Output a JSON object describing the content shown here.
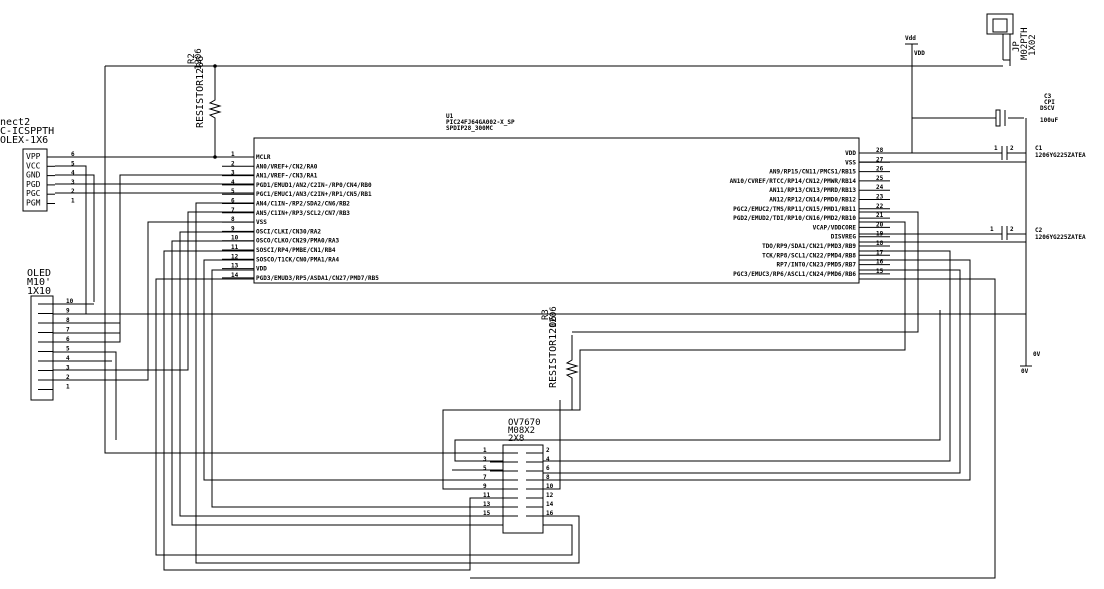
{
  "u1": {
    "ref": "U1",
    "part": "PIC24FJ64GA002-X_SP",
    "package": "SPDIP28_300MC",
    "left_pins": [
      {
        "num": "1",
        "name": "MCLR"
      },
      {
        "num": "2",
        "name": "AN0/VREF+/CN2/RA0"
      },
      {
        "num": "3",
        "name": "AN1/VREF-/CN3/RA1"
      },
      {
        "num": "4",
        "name": "PGD1/EMUD1/AN2/C2IN-/RP0/CN4/RB0"
      },
      {
        "num": "5",
        "name": "PGC1/EMUC1/AN3/C2IN+/RP1/CN5/RB1"
      },
      {
        "num": "6",
        "name": "AN4/C1IN-/RP2/SDA2/CN6/RB2"
      },
      {
        "num": "7",
        "name": "AN5/C1IN+/RP3/SCL2/CN7/RB3"
      },
      {
        "num": "8",
        "name": "VSS"
      },
      {
        "num": "9",
        "name": "OSCI/CLKI/CN30/RA2"
      },
      {
        "num": "10",
        "name": "OSCO/CLKO/CN29/PMA0/RA3"
      },
      {
        "num": "11",
        "name": "SOSCI/RP4/PMBE/CN1/RB4"
      },
      {
        "num": "12",
        "name": "SOSCO/T1CK/CN0/PMA1/RA4"
      },
      {
        "num": "13",
        "name": "VDD"
      },
      {
        "num": "14",
        "name": "PGD3/EMUD3/RP5/ASDA1/CN27/PMD7/RB5"
      }
    ],
    "right_pins": [
      {
        "num": "28",
        "name": "VDD"
      },
      {
        "num": "27",
        "name": "VSS"
      },
      {
        "num": "26",
        "name": "AN9/RP15/CN11/PMCS1/RB15"
      },
      {
        "num": "25",
        "name": "AN10/CVREF/RTCC/RP14/CN12/PMWR/RB14"
      },
      {
        "num": "24",
        "name": "AN11/RP13/CN13/PMRD/RB13"
      },
      {
        "num": "23",
        "name": "AN12/RP12/CN14/PMD0/RB12"
      },
      {
        "num": "22",
        "name": "PGC2/EMUC2/TMS/RP11/CN15/PMD1/RB11"
      },
      {
        "num": "21",
        "name": "PGD2/EMUD2/TDI/RP10/CN16/PMD2/RB10"
      },
      {
        "num": "20",
        "name": "VCAP/VDDCORE"
      },
      {
        "num": "19",
        "name": "DISVREG"
      },
      {
        "num": "18",
        "name": "TDO/RP9/SDA1/CN21/PMD3/RB9"
      },
      {
        "num": "17",
        "name": "TCK/RP8/SCL1/CN22/PMD4/RB8"
      },
      {
        "num": "16",
        "name": "RP7/INT0/CN23/PMD5/RB7"
      },
      {
        "num": "15",
        "name": "PGC3/EMUC3/RP6/ASCL1/CN24/PMD6/RB6"
      }
    ]
  },
  "icsp": {
    "line1": "nect2",
    "line2": "C-ICSPPTH",
    "line3": "OLEX-1X6",
    "pins": [
      {
        "name": "VPP",
        "num": "6"
      },
      {
        "name": "VCC",
        "num": "5"
      },
      {
        "name": "GND",
        "num": "4"
      },
      {
        "name": "PGD",
        "num": "3"
      },
      {
        "name": "PGC",
        "num": "2"
      },
      {
        "name": "PGM",
        "num": "1"
      }
    ]
  },
  "oled": {
    "ref": "OLED",
    "part": "M10'",
    "package": "1X10",
    "pins": [
      "10",
      "9",
      "8",
      "7",
      "6",
      "5",
      "4",
      "3",
      "2",
      "1"
    ]
  },
  "ov7670": {
    "ref": "OV7670",
    "part": "M08X2",
    "package": "2X8",
    "left_nums": [
      "1",
      "3",
      "5",
      "7",
      "9",
      "11",
      "13",
      "15"
    ],
    "right_nums": [
      "2",
      "4",
      "6",
      "8",
      "10",
      "12",
      "14",
      "16"
    ]
  },
  "r2": {
    "ref": "R2",
    "value": "1206",
    "part": "RESISTOR1206"
  },
  "r3": {
    "ref": "R3",
    "value": "1206",
    "part": "RESISTOR1206"
  },
  "c3": {
    "ref": "C3",
    "part": "CPI",
    "pkg": "DSCV",
    "value": "100uF"
  },
  "c1": {
    "ref": "C1",
    "part": "1206YG225ZATEA",
    "pin1": "1",
    "pin2": "2"
  },
  "c2": {
    "ref": "C2",
    "part": "1206YG225ZATEA",
    "pin1": "1",
    "pin2": "2"
  },
  "jp": {
    "ref": "JP",
    "part": "M02PTH",
    "package": "1X02"
  },
  "supply": {
    "vdd_top": "Vdd",
    "vdd_net": "VDD",
    "gnd1": "0V",
    "gnd2": "0V"
  }
}
